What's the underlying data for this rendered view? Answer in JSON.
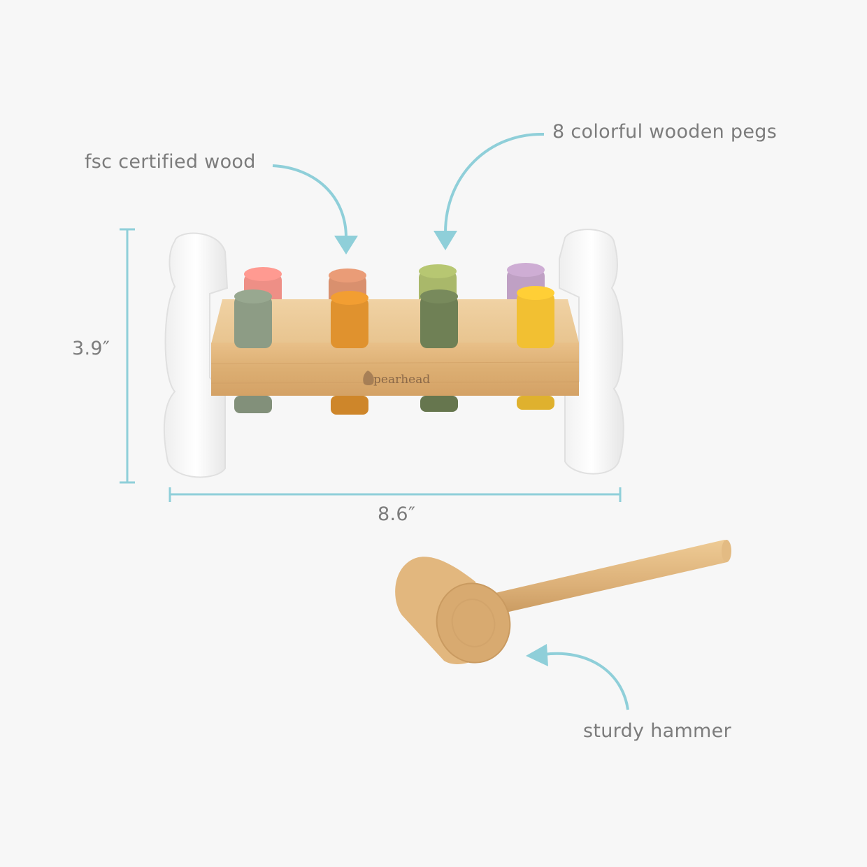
{
  "callouts": {
    "wood": "fsc certified wood",
    "pegs": "8 colorful wooden pegs",
    "hammer": "sturdy hammer"
  },
  "dimensions": {
    "height": "3.9″",
    "width": "8.6″"
  },
  "product": {
    "brand_logo": "pearhead",
    "peg_colors_back": [
      "#ee8f86",
      "#d9906e",
      "#a9b86a",
      "#bfa0c4"
    ],
    "peg_colors_front": [
      "#8d9c85",
      "#e0922e",
      "#6f8055",
      "#f2c032"
    ]
  },
  "colors": {
    "accent": "#8fcfd9",
    "text": "#7c7c7c",
    "background": "#f7f7f7",
    "wood": "#e7bd86"
  }
}
